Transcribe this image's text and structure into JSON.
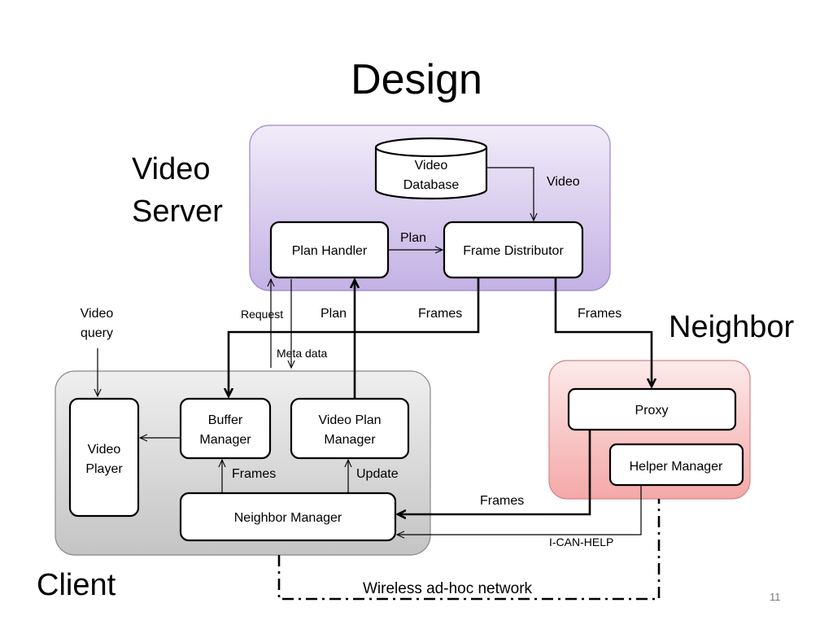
{
  "slide": {
    "title": "Design",
    "page_number": "11"
  },
  "groups": {
    "server": {
      "label_line1": "Video",
      "label_line2": "Server"
    },
    "neighbor": {
      "label": "Neighbor"
    },
    "client": {
      "label": "Client"
    }
  },
  "nodes": {
    "video_database": {
      "line1": "Video",
      "line2": "Database"
    },
    "plan_handler": {
      "label": "Plan Handler"
    },
    "frame_distributor": {
      "label": "Frame Distributor"
    },
    "video_player": {
      "line1": "Video",
      "line2": "Player"
    },
    "buffer_manager": {
      "line1": "Buffer",
      "line2": "Manager"
    },
    "video_plan_manager": {
      "line1": "Video Plan",
      "line2": "Manager"
    },
    "neighbor_manager": {
      "label": "Neighbor Manager"
    },
    "proxy": {
      "label": "Proxy"
    },
    "helper_manager": {
      "label": "Helper Manager"
    }
  },
  "edges": {
    "db_to_distributor": "Video",
    "handler_to_distributor": "Plan",
    "request": "Request",
    "meta_data": "Meta data",
    "plan_up": "Plan",
    "frames_to_buffer": "Frames",
    "frames_to_proxy": "Frames",
    "video_query_line1": "Video",
    "video_query_line2": "query",
    "frames_nm_to_buffer": "Frames",
    "update": "Update",
    "frames_proxy_to_nm": "Frames",
    "i_can_help": "I-CAN-HELP",
    "wireless": "Wireless ad-hoc network"
  },
  "colors": {
    "server_fill_top": "#f1ecf9",
    "server_fill_bottom": "#c3b1e4",
    "client_fill_top": "#efefef",
    "client_fill_bottom": "#c4c4c4",
    "neighbor_fill_top": "#fdeaea",
    "neighbor_fill_bottom": "#f4a8a8"
  }
}
